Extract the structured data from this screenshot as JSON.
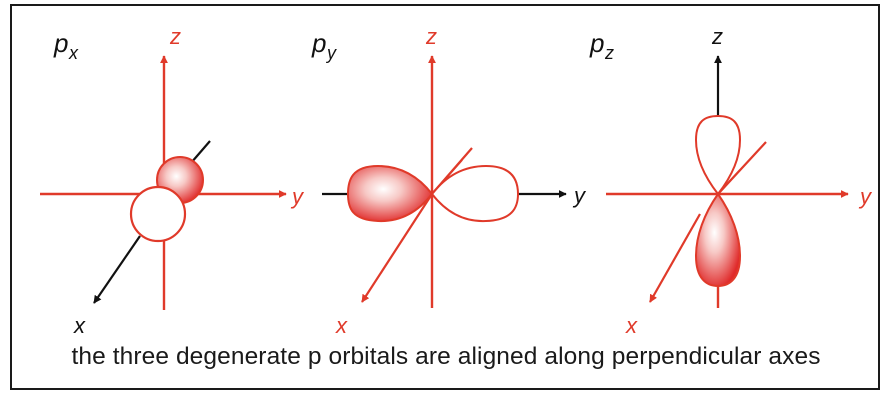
{
  "colors": {
    "axis_red": "#e03a2a",
    "axis_black": "#111111",
    "lobe_fill": "#e02b2b",
    "frame": "#1a1a1a"
  },
  "panels": [
    {
      "title": "p",
      "subscript": "x",
      "axis_z": "z",
      "axis_y": "y",
      "axis_x": "x"
    },
    {
      "title": "p",
      "subscript": "y",
      "axis_z": "z",
      "axis_y": "y",
      "axis_x": "x"
    },
    {
      "title": "p",
      "subscript": "z",
      "axis_z": "z",
      "axis_y": "y",
      "axis_x": "x"
    }
  ],
  "caption": "the three degenerate p orbitals are aligned along perpendicular axes"
}
